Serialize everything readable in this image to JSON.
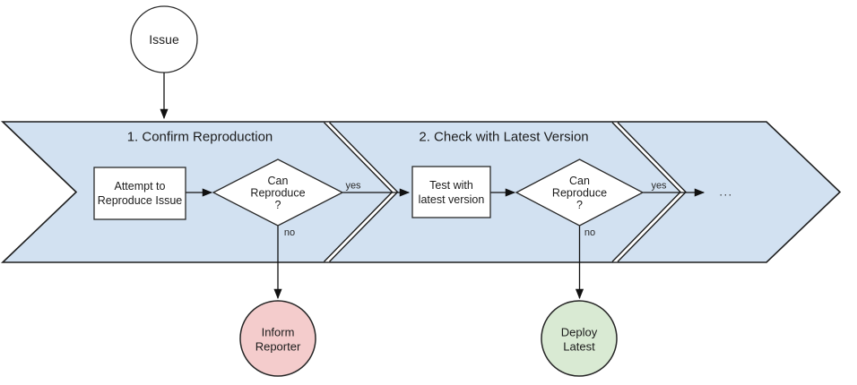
{
  "colors": {
    "band_fill": "#d2e1f1",
    "fail_fill": "#f4cccc",
    "success_fill": "#d9ead3"
  },
  "start": {
    "label": "Issue"
  },
  "stages": [
    {
      "title": "1. Confirm Reproduction",
      "task": {
        "lines": [
          "Attempt to",
          "Reproduce Issue"
        ]
      },
      "decision": {
        "lines": [
          "Can",
          "Reproduce",
          "?"
        ]
      },
      "yes_label": "yes",
      "no_label": "no",
      "terminal": {
        "lines": [
          "Inform",
          "Reporter"
        ]
      }
    },
    {
      "title": "2. Check with Latest Version",
      "task": {
        "lines": [
          "Test with",
          "latest version"
        ]
      },
      "decision": {
        "lines": [
          "Can",
          "Reproduce",
          "?"
        ]
      },
      "yes_label": "yes",
      "no_label": "no",
      "terminal": {
        "lines": [
          "Deploy",
          "Latest"
        ]
      }
    }
  ],
  "continuation": {
    "label": "..."
  }
}
